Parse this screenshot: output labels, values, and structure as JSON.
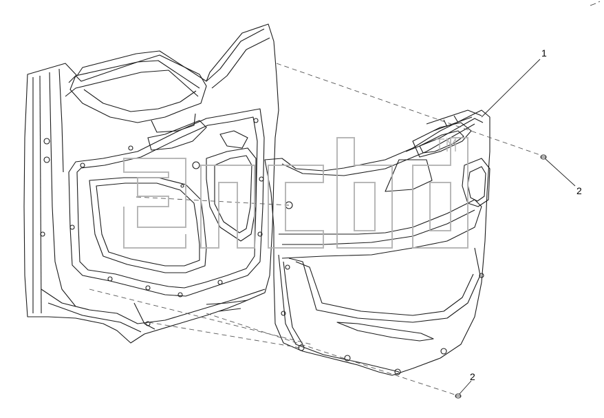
{
  "callouts": {
    "trim_panel": "1",
    "fastener_upper": "2",
    "fastener_lower": "2"
  },
  "watermark": {
    "text": "3ncb",
    "trademark": "TM"
  },
  "colors": {
    "line": "#1a1a1a",
    "light_line": "#555555",
    "watermark": "#b0b0b0",
    "background": "#ffffff"
  }
}
